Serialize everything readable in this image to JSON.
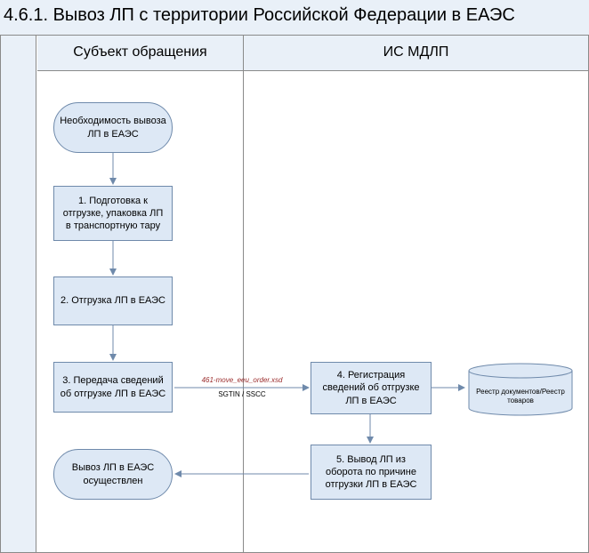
{
  "title": "4.6.1. Вывоз ЛП с территории Российской Федерации в ЕАЭС",
  "lanes": {
    "subject": "Субъект обращения",
    "system": "ИС МДЛП"
  },
  "nodes": {
    "start": "Необходимость вывоза ЛП в ЕАЭС",
    "step1": "1. Подготовка к отгрузке, упаковка ЛП в транспортную тару",
    "step2": "2. Отгрузка ЛП в ЕАЭС",
    "step3": "3. Передача сведений об отгрузке ЛП в ЕАЭС",
    "step4": "4. Регистрация сведений об отгрузке ЛП в ЕАЭС",
    "step5": "5. Вывод ЛП из оборота по причине отгрузки ЛП в ЕАЭС",
    "end": "Вывоз ЛП в ЕАЭС осуществлен",
    "registry": "Реестр документов/Реестр товаров"
  },
  "edge_labels": {
    "xsd": "461-move_eeu_order.xsd",
    "codes": "SGTIN / SSCC"
  },
  "colors": {
    "shape_fill": "#dde8f5",
    "shape_border": "#6f8aab",
    "header_fill": "#e9f0f8",
    "xsd_label": "#9b2d2d",
    "connector": "#6f8aab"
  }
}
